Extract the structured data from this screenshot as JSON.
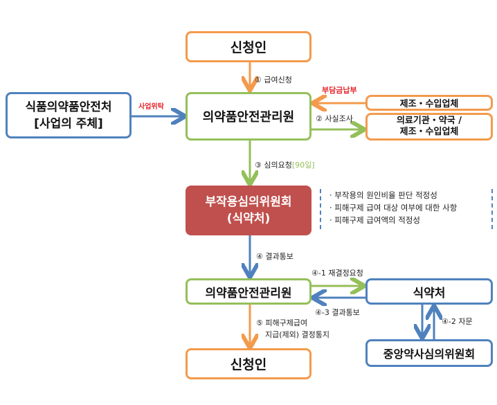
{
  "nodes": {
    "applicant_top": "신청인",
    "mfds_line1": "식품의약품안전처",
    "mfds_line2": "[사업의 주체]",
    "kids_top": "의약품안전관리원",
    "manufacturer": "제조・수입업체",
    "medical_line1": "의료기관・약국 /",
    "medical_line2": "제조・수입업체",
    "committee_line1": "부작용심의위원회",
    "committee_line2": "(식약처)",
    "kids_bottom": "의약품안전관리원",
    "mfds_short": "식약처",
    "central_committee": "중앙약사심의위원회",
    "applicant_bottom": "신청인"
  },
  "labels": {
    "step1": "① 급여신청",
    "entrust": "사업위탁",
    "levy": "부담금납부",
    "step2": "② 사실조사",
    "step3": "③ 심의요청",
    "step3_days": "[90일]",
    "step4": "④ 결과통보",
    "step4_1": "④-1 재결정요청",
    "step4_3": "④-3 결과통보",
    "step4_2": "④-2 자문",
    "step5_line1": "⑤ 피해구제급여",
    "step5_line2": "지급(제외) 결정통지"
  },
  "notes": [
    "· 부작용의 원인비율 판단 적정성",
    "· 피해구제 급여 대상 여부에 대한 사항",
    "· 피해구제 급여액의 적정성"
  ],
  "colors": {
    "orange": "#f39a4c",
    "green": "#94bf5a",
    "blue": "#4f81bd",
    "red": "#c0504d"
  }
}
